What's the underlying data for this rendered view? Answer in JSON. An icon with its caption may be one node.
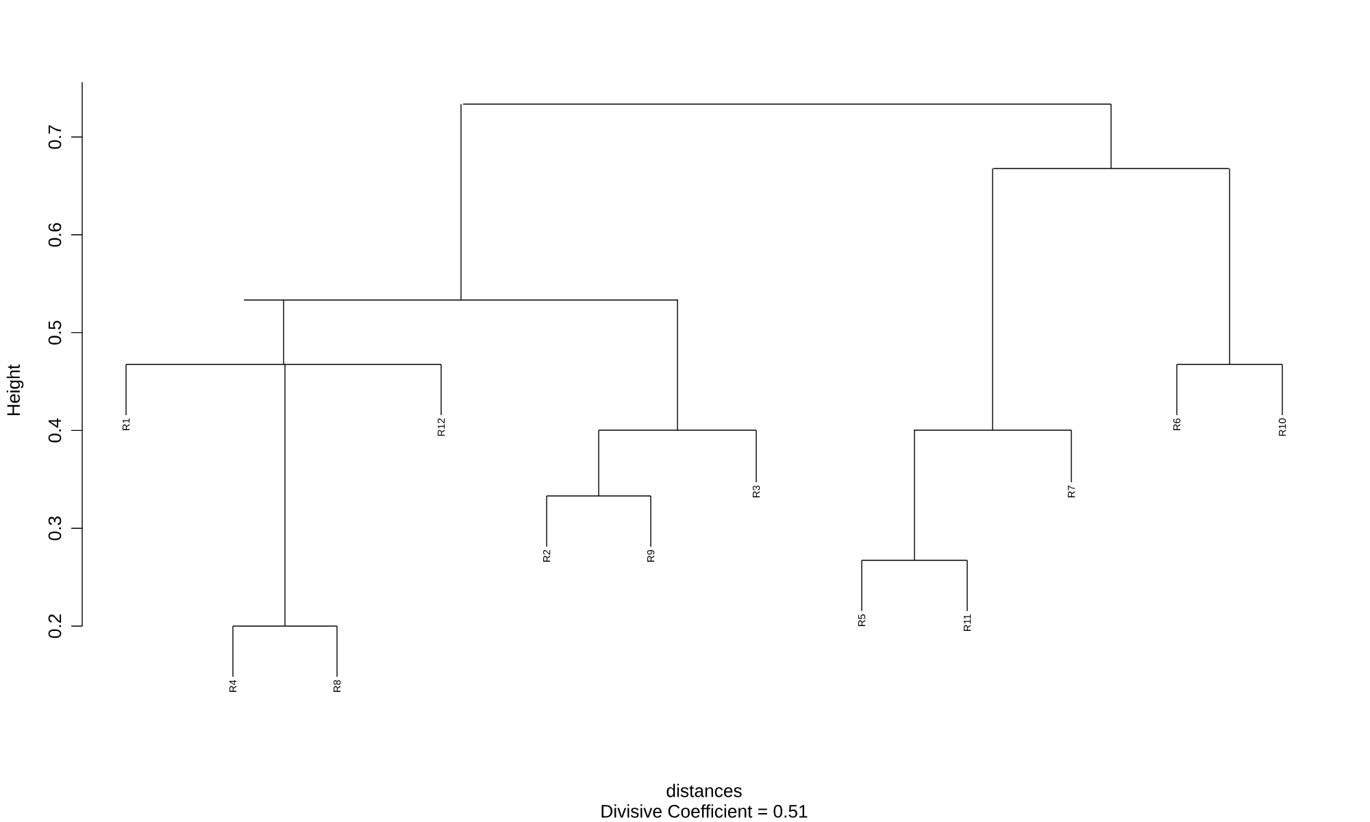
{
  "diagram": {
    "caption": "Divisive Coefficient =  0.51",
    "nodes": [
      {
        "text": [],
        "shape": "bar"
      },
      {
        "text": [],
        "shape": "bar"
      },
      {
        "text": [],
        "shape": "bar"
      },
      {
        "text": [],
        "shape": "bar"
      },
      {
        "text": [],
        "shape": "bar"
      },
      {
        "text": [],
        "shape": "bar"
      },
      {
        "text": [],
        "shape": "bar"
      },
      {
        "text": [],
        "shape": "bar"
      },
      {
        "text": [],
        "shape": "bar"
      },
      {
        "text": [],
        "shape": "bar"
      },
      {
        "text": [
          "R1"
        ]
      },
      {
        "text": [
          "R12"
        ]
      },
      {
        "text": [
          "R2"
        ]
      },
      {
        "text": [
          "R9"
        ]
      },
      {
        "text": [
          "R3"
        ]
      },
      {
        "text": [
          "R5"
        ]
      },
      {
        "text": [
          "R11"
        ]
      },
      {
        "text": [
          "R7"
        ]
      },
      {
        "text": [
          "R6"
        ]
      },
      {
        "text": [
          "R10"
        ]
      },
      {
        "text": [
          "R4"
        ]
      },
      {
        "text": [
          "R8"
        ]
      }
    ],
    "edges": [
      {
        "from": 0,
        "to": 1,
        "arrow": "none"
      },
      {
        "from": 0,
        "to": 2,
        "arrow": "none"
      },
      {
        "from": 1,
        "to": 3,
        "arrow": "none"
      },
      {
        "from": 1,
        "to": 4,
        "arrow": "none"
      },
      {
        "from": 2,
        "to": 5,
        "arrow": "none"
      },
      {
        "from": 2,
        "to": 6,
        "arrow": "none"
      },
      {
        "from": 3,
        "to": 10,
        "arrow": "none"
      },
      {
        "from": 3,
        "to": 7,
        "arrow": "none"
      },
      {
        "from": 3,
        "to": 11,
        "arrow": "none"
      },
      {
        "from": 4,
        "to": 8,
        "arrow": "none"
      },
      {
        "from": 4,
        "to": 14,
        "arrow": "none"
      },
      {
        "from": 5,
        "to": 9,
        "arrow": "none"
      },
      {
        "from": 5,
        "to": 17,
        "arrow": "none"
      },
      {
        "from": 6,
        "to": 18,
        "arrow": "none"
      },
      {
        "from": 6,
        "to": 19,
        "arrow": "none"
      },
      {
        "from": 7,
        "to": 20,
        "arrow": "none"
      },
      {
        "from": 7,
        "to": 21,
        "arrow": "none"
      },
      {
        "from": 8,
        "to": 12,
        "arrow": "none"
      },
      {
        "from": 8,
        "to": 13,
        "arrow": "none"
      },
      {
        "from": 9,
        "to": 15,
        "arrow": "none"
      },
      {
        "from": 9,
        "to": 16,
        "arrow": "none"
      }
    ],
    "labels": [
      "0.2",
      "0.3",
      "0.4",
      "0.5",
      "0.6",
      "0.7",
      "Height",
      "distances"
    ]
  }
}
